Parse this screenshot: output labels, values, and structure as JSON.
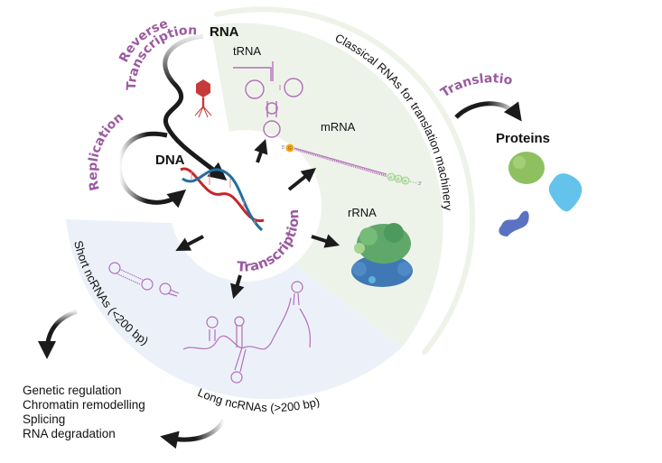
{
  "labels": {
    "rna": "RNA",
    "dna": "DNA",
    "proteins": "Proteins",
    "trna": "tRNA",
    "mrna": "mRNA",
    "rrna": "rRNA",
    "classical_rnas": "Classical RNAs for translation machinery",
    "short_ncrnas": "Short ncRNAs (<200 bp)",
    "long_ncrnas": "Long ncRNAs (>200 bp)"
  },
  "processes": {
    "reverse": "Reverse",
    "transcription_rev": "Transcription",
    "replication": "Replication",
    "translation": "Translation",
    "transcription": "Transcription"
  },
  "mrna_details": {
    "five_prime": "5'",
    "three_prime": "3'",
    "cap": "G",
    "polya": [
      "A",
      "A",
      "A"
    ]
  },
  "functions": [
    "Genetic regulation",
    "Chromatin remodelling",
    "Splicing",
    "RNA degradation"
  ],
  "colors": {
    "process_text": "#9b5a9f",
    "rna_structures": "#b36fb8",
    "classical_sector": "#eef3ea",
    "ncrna_sector": "#ecf1f9",
    "arrow": "#1b1b1b",
    "dna_red": "#c9252c",
    "dna_blue": "#1f6fa0"
  }
}
